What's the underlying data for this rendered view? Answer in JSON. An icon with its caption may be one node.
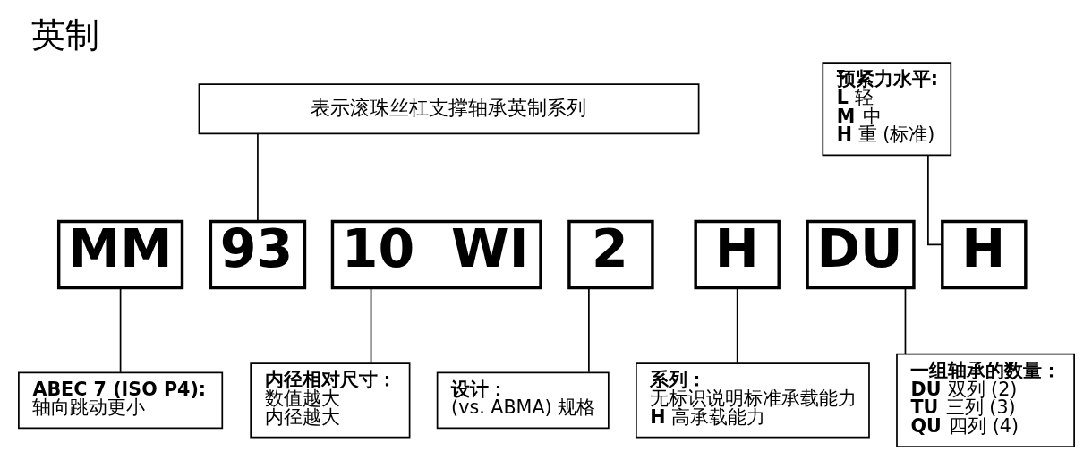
{
  "diagram": {
    "title": "英制",
    "nodes": [
      {
        "text": [
          "表示滚珠丝杠支撑轴承英制系列"
        ]
      },
      {
        "text": [
          "预紧力水平:",
          "**L** 轻",
          "**M** 中",
          "**H** 重 (标准)"
        ]
      },
      {
        "text": [
          "MM"
        ]
      },
      {
        "text": [
          "93"
        ]
      },
      {
        "text": [
          "10  WI"
        ]
      },
      {
        "text": [
          "2"
        ]
      },
      {
        "text": [
          "H"
        ]
      },
      {
        "text": [
          "DU"
        ]
      },
      {
        "text": [
          "H"
        ]
      },
      {
        "text": [
          "ABEC 7 (ISO P4):",
          "轴向跳动更小"
        ]
      },
      {
        "text": [
          "内径相对尺寸：",
          "数值越大",
          "内径越大"
        ]
      },
      {
        "text": [
          "设计：",
          "(vs. ABMA) 规格"
        ]
      },
      {
        "text": [
          "系列：",
          "无标识说明标准承载能力",
          "**H** 高承载能力"
        ]
      },
      {
        "text": [
          "一组轴承的数量：",
          "**DU** 双列 (2)",
          "**TU** 三列 (3)",
          "**QU** 四列 (4)"
        ]
      }
    ],
    "edges": [
      {
        "from": 0,
        "to": 3,
        "arrow": "none"
      },
      {
        "from": 1,
        "to": 8,
        "arrow": "none"
      },
      {
        "from": 2,
        "to": 9,
        "arrow": "none"
      },
      {
        "from": 4,
        "to": 10,
        "arrow": "none"
      },
      {
        "from": 5,
        "to": 11,
        "arrow": "none"
      },
      {
        "from": 6,
        "to": 12,
        "arrow": "none"
      },
      {
        "from": 7,
        "to": 13,
        "arrow": "none"
      }
    ]
  }
}
